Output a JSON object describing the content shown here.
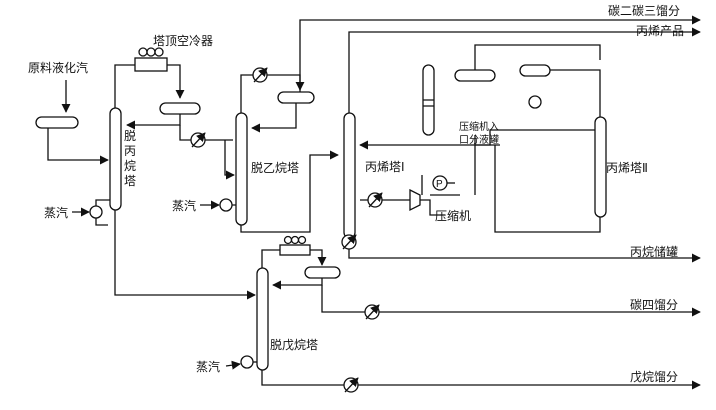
{
  "labels": {
    "feed": "原料液化汽",
    "top_cooler": "塔顶空冷器",
    "depropanizer": [
      "脱",
      "丙",
      "烷",
      "塔"
    ],
    "deethanizer": "脱乙烷塔",
    "propylene_t1": "丙烯塔Ⅰ",
    "propylene_t2": "丙烯塔Ⅱ",
    "comp_inlet_1": "压缩机入",
    "comp_inlet_2": "口分液罐",
    "compressor": "压缩机",
    "pump_p": "P",
    "debutanizer": "脱戊烷塔",
    "steam_1": "蒸汽",
    "steam_2": "蒸汽",
    "steam_3": "蒸汽"
  },
  "products": {
    "c2c3": "碳二碳三馏分",
    "propylene": "丙烯产品",
    "propane": "丙烷储罐",
    "c4": "碳四馏分",
    "c5": "戊烷馏分"
  }
}
